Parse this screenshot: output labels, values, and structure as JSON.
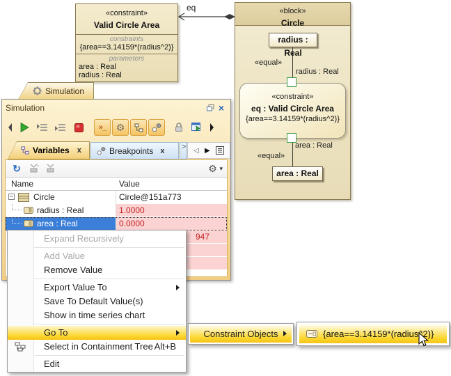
{
  "diagram": {
    "constraint_block": {
      "stereotype": "«constraint»",
      "name": "Valid Circle Area",
      "constraints_label": "constraints",
      "constraint_expr": "{area==3.14159*(radius^2)}",
      "parameters_label": "parameters",
      "parameter_1": "area : Real",
      "parameter_2": "radius : Real"
    },
    "connector": {
      "label": "eq"
    },
    "block": {
      "stereotype": "«block»",
      "name": "Circle",
      "radius_property": "radius : Real",
      "area_property": "area : Real",
      "equal_label_top": "«equal»",
      "equal_label_bottom": "«equal»",
      "binding_label_top": "radius : Real",
      "binding_label_bottom": "area : Real",
      "constraint_property": {
        "stereotype": "«constraint»",
        "name": "eq : Valid Circle Area",
        "expr": "{area==3.14159*(radius^2)}"
      }
    }
  },
  "window": {
    "tab_label": "Simulation",
    "title": "Simulation",
    "close_label": "×",
    "console_icon_label": "»_",
    "gear_glyph": "⚙",
    "refresh_glyph": "↻",
    "caret_glyph": "▾",
    "nav_back_glyph": "◁",
    "nav_fwd_glyph": "▶",
    "tabs": {
      "variables": "Variables",
      "breakpoints": "Breakpoints",
      "variables_close": "x",
      "breakpoints_close": "x"
    },
    "table": {
      "col_name": "Name",
      "col_value": "Value",
      "expander_glyph": "−",
      "rows": [
        {
          "name": "Circle",
          "value": "Circle@151a773"
        },
        {
          "name": "radius : Real",
          "value": "1.0000"
        },
        {
          "name": "area : Real",
          "value": "0.0000"
        },
        {
          "name": "",
          "value": "947"
        }
      ]
    }
  },
  "context_menu": {
    "items": [
      {
        "label": "Expand Recursively"
      },
      {
        "label": "Add Value"
      },
      {
        "label": "Remove Value"
      },
      {
        "label": "Export Value To"
      },
      {
        "label": "Save To Default Value(s)"
      },
      {
        "label": "Show in time series chart"
      },
      {
        "label": "Go To"
      },
      {
        "label": "Select in Containment Tree",
        "shortcut": "Alt+B"
      },
      {
        "label": "Edit"
      }
    ]
  },
  "goto_submenu": {
    "label": "Constraint Objects"
  },
  "constraint_submenu": {
    "label": "{area==3.14159*(radius^2)}"
  },
  "colors": {
    "selection_blue": "#3b7fd9",
    "value_error_bg": "#fcd3d3",
    "value_error_text": "#c22222",
    "menu_highlight": "#fcd72e",
    "block_fill": "#efe6c6",
    "block_header_fill": "#e0d1a4"
  }
}
